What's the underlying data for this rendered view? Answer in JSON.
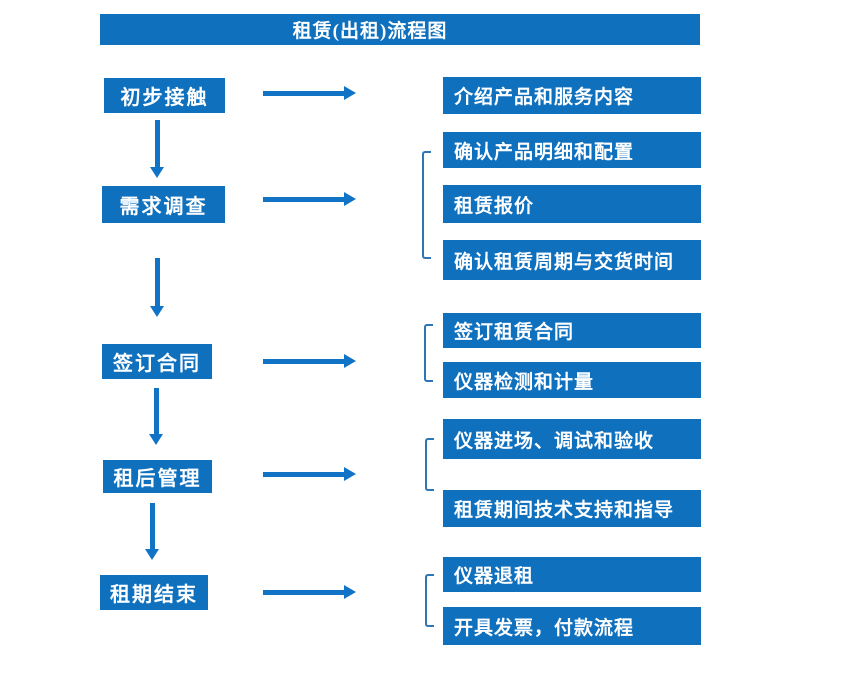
{
  "title": "租赁(出租)流程图",
  "colors": {
    "box_blue": "#0F70BE",
    "arrow_blue": "#1173C6",
    "bracket_blue": "#2E75B6",
    "text_white": "#FFFFFF",
    "background": "#FFFFFF"
  },
  "flow": [
    {
      "step": "初步接触",
      "details": [
        "介绍产品和服务内容"
      ]
    },
    {
      "step": "需求调查",
      "details": [
        "确认产品明细和配置",
        "租赁报价",
        "确认租赁周期与交货时间"
      ]
    },
    {
      "step": "签订合同",
      "details": [
        "签订租赁合同",
        "仪器检测和计量"
      ]
    },
    {
      "step": "租后管理",
      "details": [
        "仪器进场、调试和验收",
        "租赁期间技术支持和指导"
      ]
    },
    {
      "step": "租期结束",
      "details": [
        "仪器退租",
        "开具发票，付款流程"
      ]
    }
  ]
}
